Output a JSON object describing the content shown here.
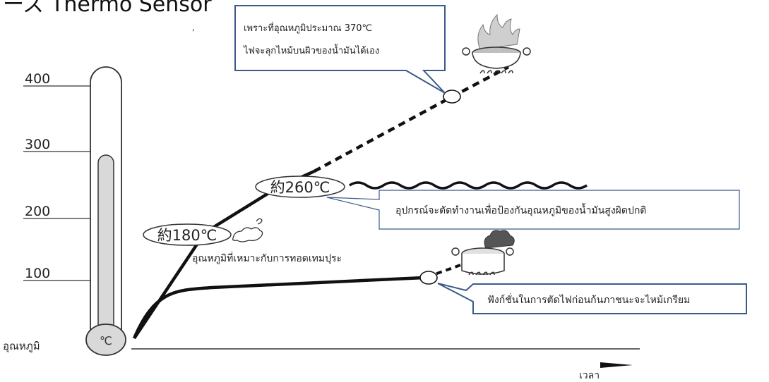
{
  "page": {
    "header_fragment": "ーズ Thermo Sensor"
  },
  "thermometer": {
    "ticks": [
      {
        "label": "400",
        "value": 400
      },
      {
        "label": "300",
        "value": 300
      },
      {
        "label": "200",
        "value": 200
      },
      {
        "label": "100",
        "value": 100
      }
    ],
    "bulb_label": "℃",
    "axis_label_y": "อุณหภูมิ"
  },
  "axis": {
    "x_label": "เวลา"
  },
  "markers": {
    "m180": "約180℃",
    "m260": "約260℃"
  },
  "annotations": {
    "frying_temp": "อุณหภูมิที่เหมาะกับการทอดเทมปุระ"
  },
  "callouts": {
    "ignition_line1": "เพราะที่อุณหภูมิประมาณ 370℃",
    "ignition_line2": "ไฟจะลุกไหม้บนผิวของน้ำมันได้เอง",
    "cutoff": "อุปกรณ์จะตัดทำงานเพื่อป้องกันอุณหภูมิของน้ำมันสูงผิดปกติ",
    "prevent_burn": "ฟังก์ชั่นในการตัดไฟก่อนก้นภาชนะจะไหม้เกรียม"
  },
  "colors": {
    "callout_border": "#3b5a8a",
    "line": "#1a1a1a",
    "flame": "#bdbdbd"
  }
}
